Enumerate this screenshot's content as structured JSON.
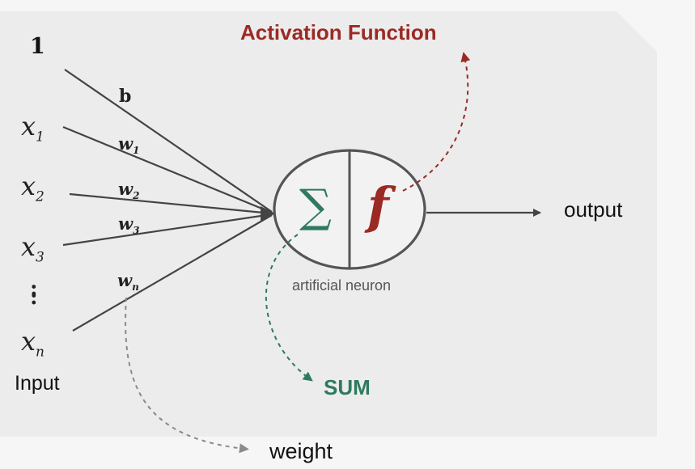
{
  "labels": {
    "activation_function": "Activation Function",
    "output": "output",
    "input": "Input",
    "neuron": "artificial neuron",
    "sum": "SUM",
    "weight": "weight",
    "bias_input": "1",
    "bias_weight": "b",
    "ellipsis": ":"
  },
  "inputs": [
    {
      "var": "x",
      "sub": "1"
    },
    {
      "var": "x",
      "sub": "2"
    },
    {
      "var": "x",
      "sub": "3"
    },
    {
      "var": "x",
      "sub": "n"
    }
  ],
  "weights": [
    {
      "var": "w",
      "sub": "1"
    },
    {
      "var": "w",
      "sub": "2"
    },
    {
      "var": "w",
      "sub": "3"
    },
    {
      "var": "w",
      "sub": "n"
    }
  ],
  "symbols": {
    "sum": "∑",
    "activation": "f"
  },
  "colors": {
    "activation": "#9b2a24",
    "sum": "#2f7a5e",
    "lines": "#444444",
    "weight_arrow": "#8a8a8a",
    "panel": "#ececec",
    "background": "#f6f6f6"
  }
}
